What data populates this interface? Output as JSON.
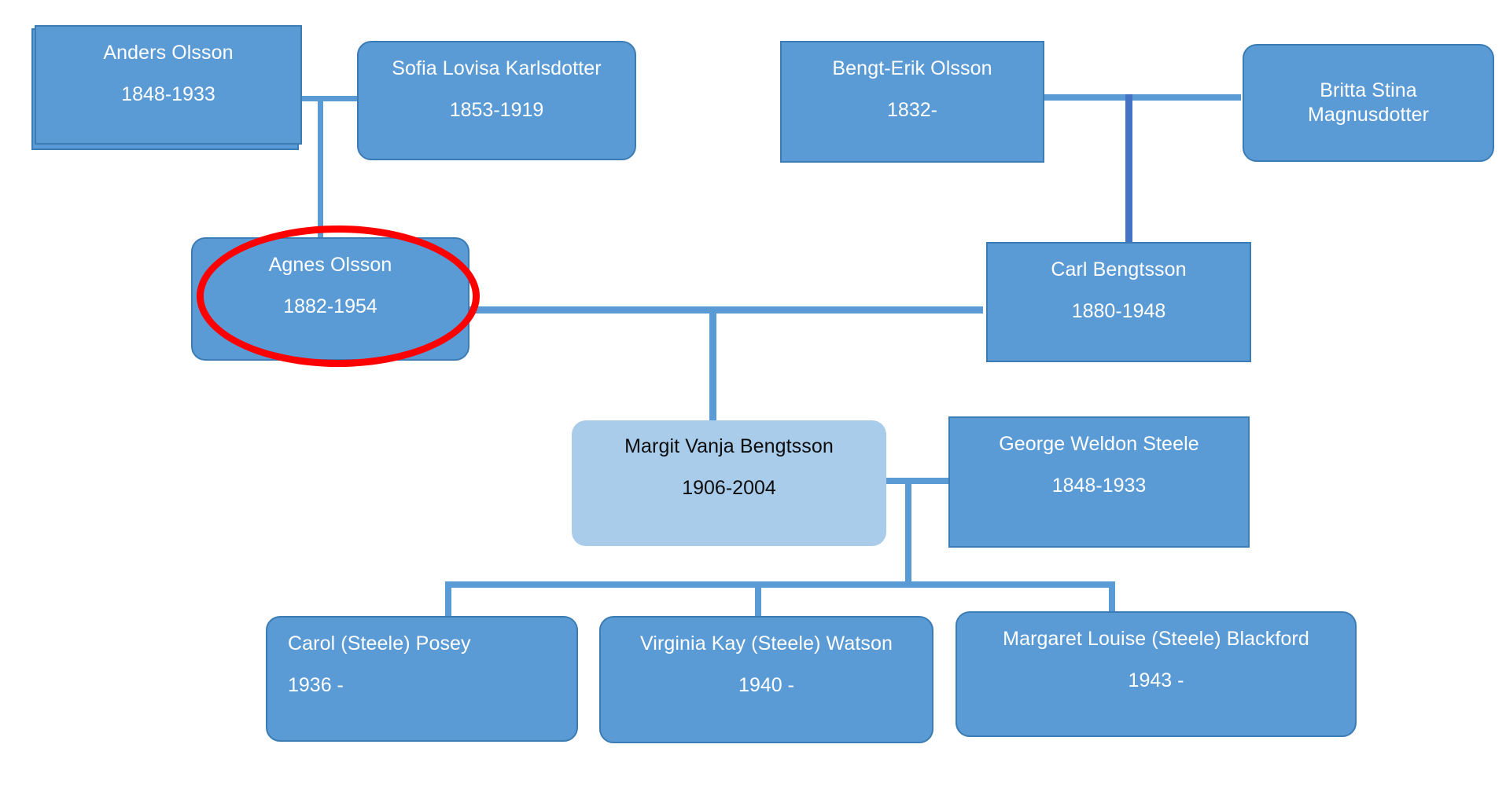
{
  "diagram": {
    "type": "family-tree",
    "title": "",
    "colors": {
      "node_fill": "#5B9BD5",
      "node_border": "#3C7CB4",
      "node_text": "#FFFFFF",
      "highlight_fill": "#A9CCEB",
      "highlight_text": "#0D0D0D",
      "connector": "#5B9BD5",
      "connector_dark": "#4472C4",
      "highlight_ring": "#FF0000",
      "background": "#FFFFFF"
    }
  },
  "nodes": {
    "anders": {
      "name": "Anders Olsson",
      "dates": "1848-1933"
    },
    "sofia": {
      "name": "Sofia Lovisa Karlsdotter",
      "dates": "1853-1919"
    },
    "bengt_erik": {
      "name": "Bengt-Erik Olsson",
      "dates": "1832-"
    },
    "britta": {
      "name": "Britta Stina\nMagnusdotter",
      "dates": ""
    },
    "agnes": {
      "name": "Agnes Olsson",
      "dates": "1882-1954"
    },
    "carl": {
      "name": "Carl Bengtsson",
      "dates": "1880-1948"
    },
    "margit": {
      "name": "Margit Vanja Bengtsson",
      "dates": "1906-2004"
    },
    "george": {
      "name": "George Weldon Steele",
      "dates": "1848-1933"
    },
    "carol": {
      "name": "Carol (Steele) Posey",
      "dates": "1936 -"
    },
    "virginia": {
      "name": "Virginia Kay (Steele) Watson",
      "dates": "1940 -"
    },
    "margaret": {
      "name": "Margaret Louise (Steele) Blackford",
      "dates": "1943 -"
    }
  },
  "annotations": {
    "highlight": {
      "label": "red-ellipse-highlight-around-agnes-olsson",
      "target": "agnes"
    }
  }
}
